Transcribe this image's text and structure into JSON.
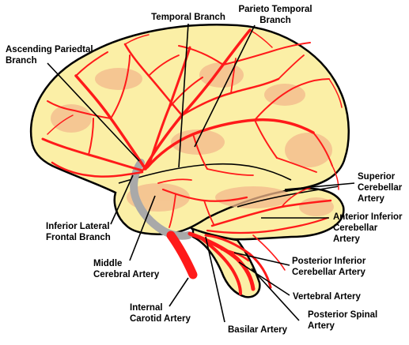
{
  "colors": {
    "background": "#ffffff",
    "brain_fill": "#fbefa6",
    "brain_outline": "#000000",
    "shading": "#f3b98c",
    "artery_red": "#ff1a1a",
    "carotid_gray": "#a9a9a9",
    "leader_line": "#000000"
  },
  "labels": {
    "temporal_branch": [
      "Temporal Branch"
    ],
    "parieto_temporal_branch": [
      "Parieto Temporal",
      "Branch"
    ],
    "ascending_parietal_branch": [
      "Ascending Pariedtal",
      "Branch"
    ],
    "superior_cerebellar_artery": [
      "Superior",
      "Cerebellar",
      "Artery"
    ],
    "inferior_lateral_frontal_branch": [
      "Inferior Lateral",
      "Frontal Branch"
    ],
    "anterior_inferior_cerebellar_artery": [
      "Anterior Inferior",
      "Cerebellar",
      "Artery"
    ],
    "middle_cerebral_artery": [
      "Middle",
      "Cerebral Artery"
    ],
    "posterior_inferior_cerebellar_artery": [
      "Posterior Inferior",
      "Cerebellar Artery"
    ],
    "vertebral_artery": [
      "Vertebral Artery"
    ],
    "internal_carotid_artery": [
      "Internal",
      "Carotid Artery"
    ],
    "posterior_spinal_artery": [
      "Posterior Spinal",
      "Artery"
    ],
    "basilar_artery": [
      "Basilar Artery"
    ]
  }
}
